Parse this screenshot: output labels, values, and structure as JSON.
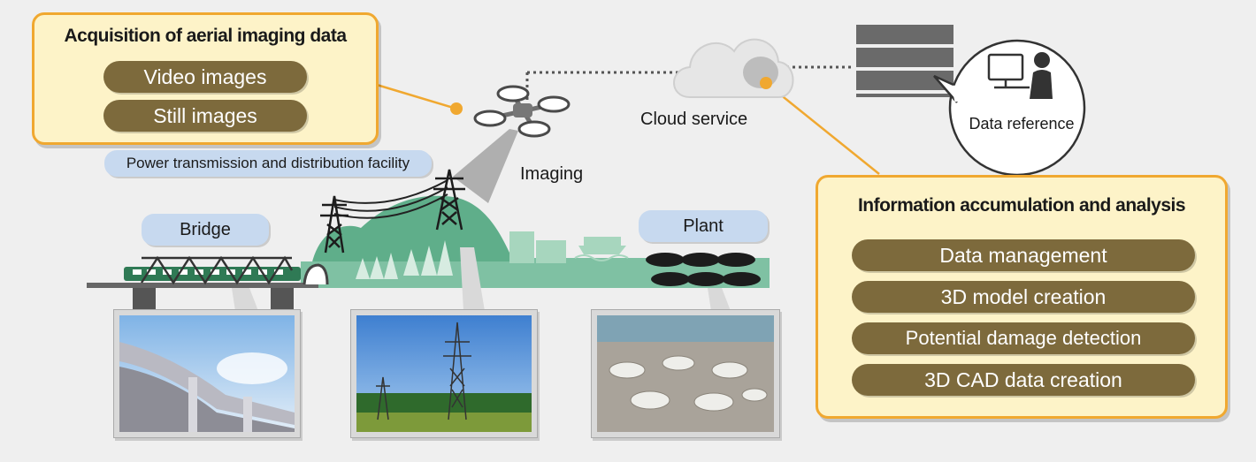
{
  "acquisition": {
    "title": "Acquisition of aerial imaging data",
    "items": [
      "Video images",
      "Still images"
    ]
  },
  "labels": {
    "power_facility": "Power transmission and distribution facility",
    "bridge": "Bridge",
    "plant": "Plant",
    "imaging": "Imaging",
    "cloud_service": "Cloud service",
    "data_reference": "Data reference"
  },
  "analysis": {
    "title": "Information accumulation and analysis",
    "items": [
      "Data management",
      "3D model creation",
      "Potential damage detection",
      "3D CAD data creation"
    ]
  },
  "colors": {
    "accent_orange": "#f0a830",
    "box_fill": "#fdf3c8",
    "pill_brown": "#7d6a3c",
    "tag_blue": "#c7d9ef",
    "hill_green": "#5fae8a",
    "icon_gray": "#606060"
  }
}
